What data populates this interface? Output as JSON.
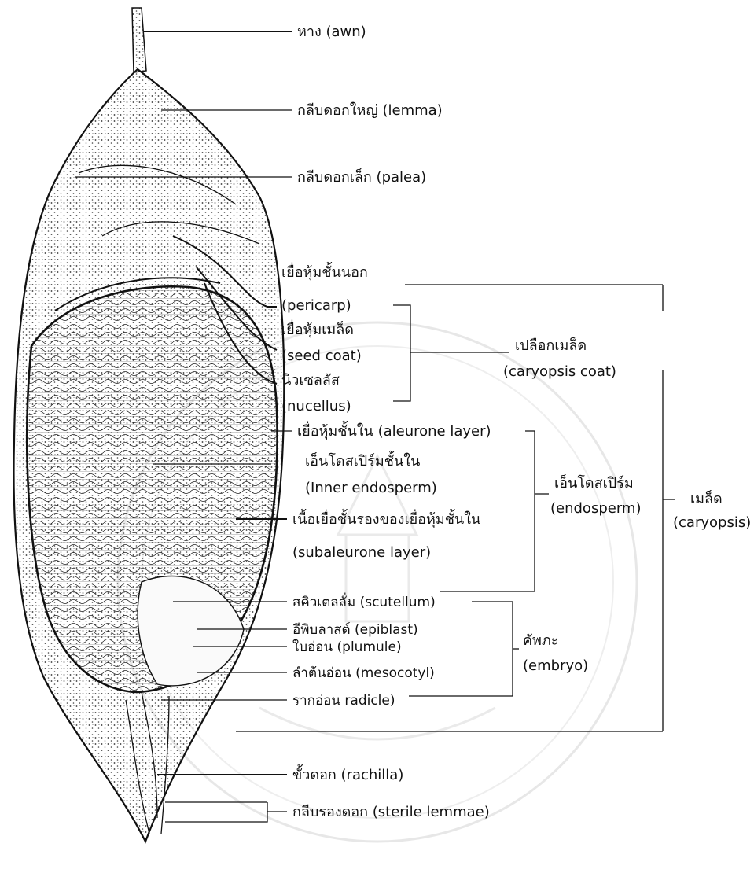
{
  "labels": {
    "awn": "หาง (awn)",
    "lemma": "กลีบดอกใหญ่ (lemma)",
    "palea": "กลีบดอกเล็ก (palea)",
    "pericarp_th": "เยื่อหุ้มชั้นนอก",
    "pericarp_en": "(pericarp)",
    "seedcoat_th": "เยื่อหุ้มเมล็ด",
    "seedcoat_en": "(seed coat)",
    "nucellus_th": "นิวเซลลัส",
    "nucellus_en": "(nucellus)",
    "aleurone": "เยื่อหุ้มชั้นใน (aleurone layer)",
    "inner_endo_th": "เอ็นโดสเปิร์มชั้นใน",
    "inner_endo_en": "(Inner endosperm)",
    "subaleurone_th": "เนื้อเยื่อชั้นรองของเยื่อหุ้มชั้นใน",
    "subaleurone_en": "(subaleurone layer)",
    "scutellum": "สคิวเตลลั่ม (scutellum)",
    "epiblast": "อีพิบลาสต์ (epiblast)",
    "plumule": "ใบอ่อน (plumule)",
    "mesocotyl": "ลำต้นอ่อน (mesocotyl)",
    "radicle": "รากอ่อน radicle)",
    "rachilla": "ขั้วดอก (rachilla)",
    "sterile": "กลีบรองดอก (sterile lemmae)"
  },
  "groups": {
    "caryopsis_coat_th": "เปลือกเมล็ด",
    "caryopsis_coat_en": "(caryopsis coat)",
    "endosperm_th": "เอ็นโดสเปิร์ม",
    "endosperm_en": "(endosperm)",
    "embryo_th": "คัพภะ",
    "embryo_en": "(embryo)",
    "caryopsis_th": "เมล็ด",
    "caryopsis_en": "(caryopsis)"
  },
  "colors": {
    "ink": "#111111",
    "paper": "#ffffff",
    "watermark": "#d9d9d9"
  }
}
